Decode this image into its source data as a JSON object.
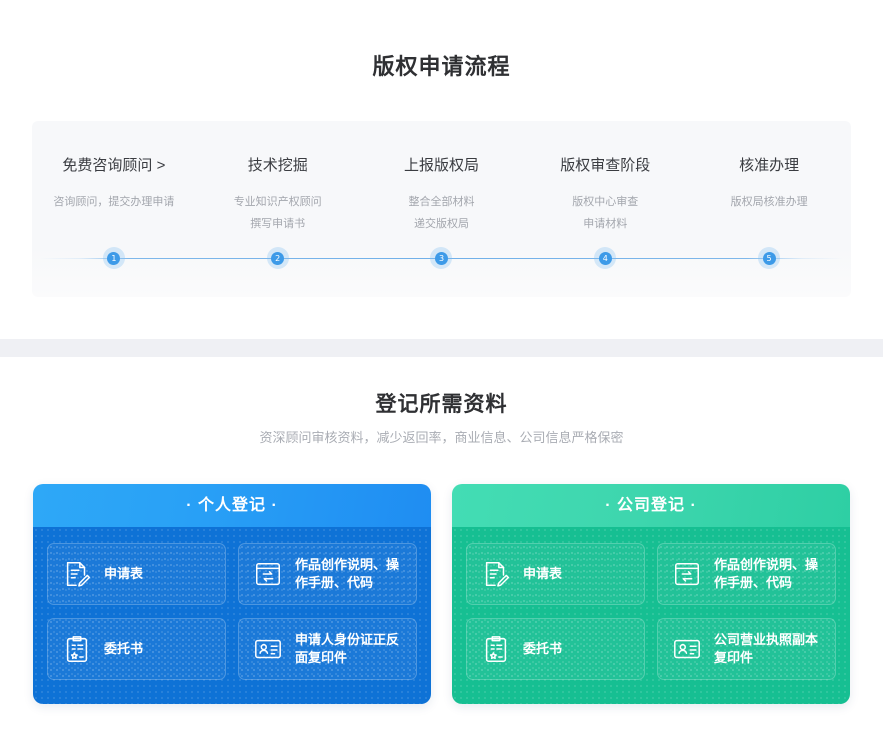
{
  "process": {
    "title": "版权申请流程",
    "steps": [
      {
        "num": "1",
        "title": "免费咨询顾问 >",
        "line1": "咨询顾问，提交办理申请",
        "line2": ""
      },
      {
        "num": "2",
        "title": "技术挖掘",
        "line1": "专业知识产权顾问",
        "line2": "撰写申请书"
      },
      {
        "num": "3",
        "title": "上报版权局",
        "line1": "整合全部材料",
        "line2": "递交版权局"
      },
      {
        "num": "4",
        "title": "版权审查阶段",
        "line1": "版权中心审查",
        "line2": "申请材料"
      },
      {
        "num": "5",
        "title": "核准办理",
        "line1": "版权局核准办理",
        "line2": ""
      }
    ]
  },
  "materials": {
    "title": "登记所需资料",
    "subtitle": "资深顾问审核资料，减少返回率，商业信息、公司信息严格保密",
    "cards": [
      {
        "header": "· 个人登记 ·",
        "theme": "blue",
        "accent": "#0e72d6",
        "items": [
          {
            "icon": "document-pencil-icon",
            "label": "申请表"
          },
          {
            "icon": "window-exchange-icon",
            "label": "作品创作说明、操作手册、代码"
          },
          {
            "icon": "clipboard-certificate-icon",
            "label": "委托书"
          },
          {
            "icon": "id-card-icon",
            "label": "申请人身份证正反面复印件"
          }
        ]
      },
      {
        "header": "· 公司登记 ·",
        "theme": "green",
        "accent": "#16bf92",
        "items": [
          {
            "icon": "document-pencil-icon",
            "label": "申请表"
          },
          {
            "icon": "window-exchange-icon",
            "label": "作品创作说明、操作手册、代码"
          },
          {
            "icon": "clipboard-certificate-icon",
            "label": "委托书"
          },
          {
            "icon": "id-card-icon",
            "label": "公司营业执照副本复印件"
          }
        ]
      }
    ]
  }
}
